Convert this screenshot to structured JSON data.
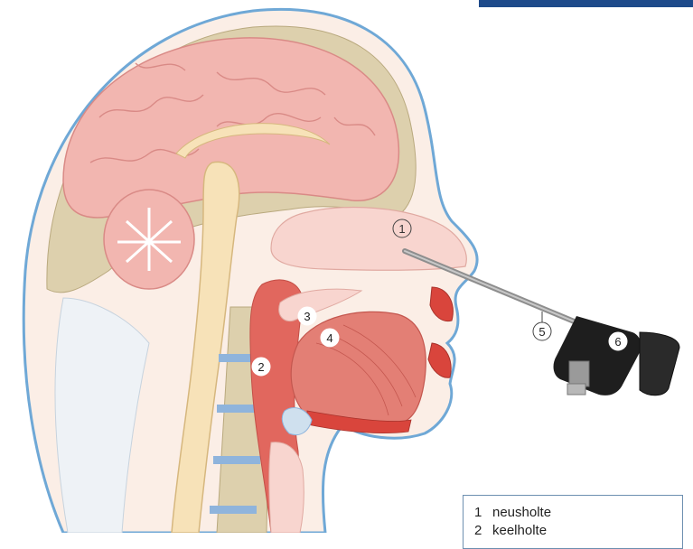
{
  "diagram": {
    "callouts": [
      {
        "id": "1",
        "label": "1"
      },
      {
        "id": "2",
        "label": "2"
      },
      {
        "id": "3",
        "label": "3"
      },
      {
        "id": "4",
        "label": "4"
      },
      {
        "id": "5",
        "label": "5"
      },
      {
        "id": "6",
        "label": "6"
      }
    ]
  },
  "legend": {
    "items": [
      {
        "num": "1",
        "text": "neusholte"
      },
      {
        "num": "2",
        "text": "keelholte"
      }
    ]
  },
  "colors": {
    "skin_outline": "#6fa8d6",
    "skin_fill": "#fbeee6",
    "bone": "#ddd0ad",
    "brain": "#f2b6b0",
    "cord": "#f7e2b8",
    "muscle": "#e1675e",
    "disc": "#8fb4dc",
    "scope": "#1e1e1e",
    "logo": "#1e4a8a"
  }
}
